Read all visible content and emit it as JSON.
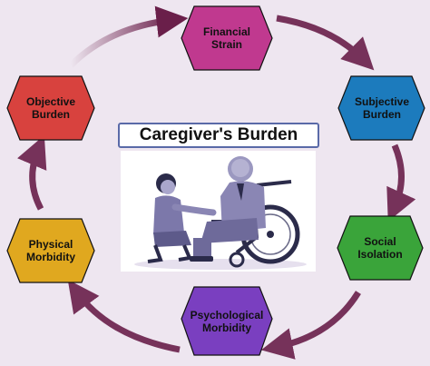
{
  "center": {
    "title": "Caregiver's Burden",
    "image": "caregiver-with-elderly-man-in-wheelchair-illustration"
  },
  "nodes": [
    {
      "id": "financial-strain",
      "label": "Financial\nStrain",
      "color": "#c0398f"
    },
    {
      "id": "subjective-burden",
      "label": "Subjective\nBurden",
      "color": "#1c7bbd"
    },
    {
      "id": "social-isolation",
      "label": "Social\nIsolation",
      "color": "#3aa43a"
    },
    {
      "id": "psychological-morbidity",
      "label": "Psychological\nMorbidity",
      "color": "#7a3fc0"
    },
    {
      "id": "physical-morbidity",
      "label": "Physical\nMorbidity",
      "color": "#e0a81f"
    },
    {
      "id": "objective-burden",
      "label": "Objective\nBurden",
      "color": "#d8423e"
    }
  ],
  "arrow_color": "#6a1f4a"
}
